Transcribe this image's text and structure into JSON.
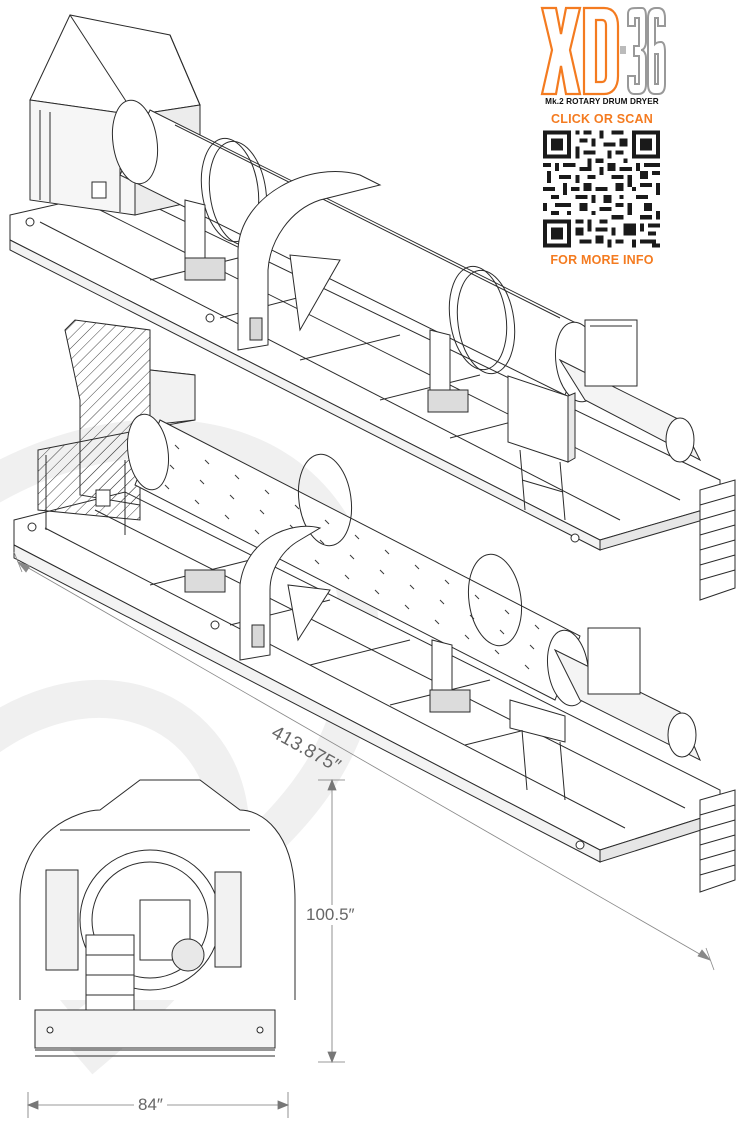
{
  "badge": {
    "model": "XD-36",
    "subtitle": "Mk.2 ROTARY DRUM DRYER",
    "cta_top": "CLICK OR SCAN",
    "cta_bottom": "FOR MORE INFO"
  },
  "dimensions": {
    "length": "413.875″",
    "height": "100.5″",
    "width": "84″"
  },
  "colors": {
    "brand_orange": "#f47b20",
    "line": "#2b2b2b",
    "watermark": "#eeeeee",
    "dimension": "#777777"
  },
  "views": [
    "isometric-assembled",
    "isometric-cutaway",
    "end-view"
  ]
}
